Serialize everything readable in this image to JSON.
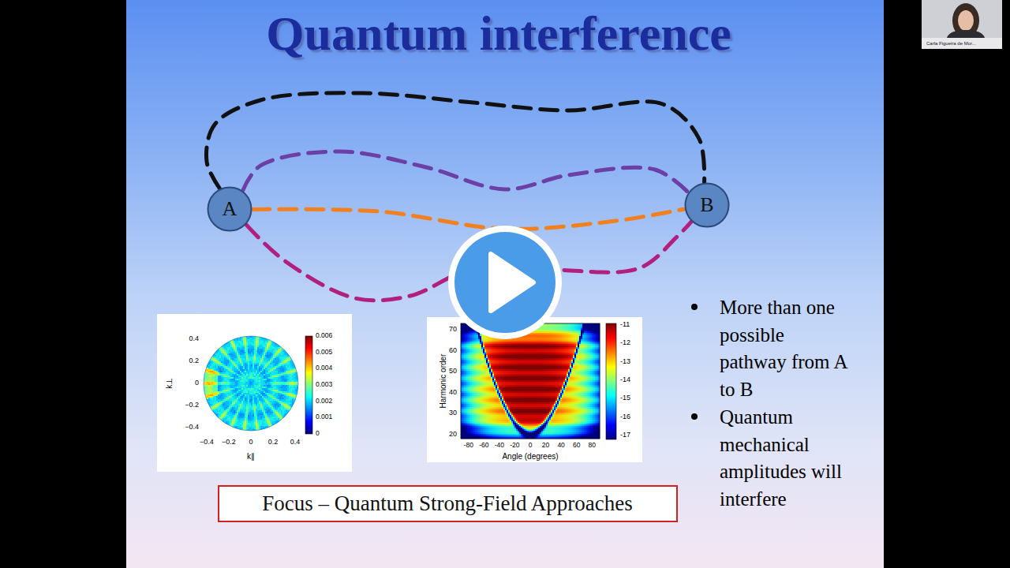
{
  "diagram": {
    "title": "Quantum interference",
    "nodes": [
      {
        "text": [
          "A"
        ]
      },
      {
        "text": [
          "B"
        ]
      },
      {
        "text": [
          "Focus – Quantum Strong-Field Approaches"
        ]
      }
    ],
    "edges": [
      {
        "from": 0,
        "to": 1,
        "arrow": "none"
      },
      {
        "from": 0,
        "to": 1,
        "arrow": "none"
      },
      {
        "from": 0,
        "to": 1,
        "arrow": "none"
      },
      {
        "from": 0,
        "to": 1,
        "arrow": "none"
      }
    ],
    "labels": [
      "More than one possible pathway from A to B",
      "Quantum mechanical amplitudes will interfere",
      "Carla Figueira de Mor...",
      "0.4",
      "0.2",
      "0",
      "−0.2",
      "−0.4",
      "−0.4",
      "−0.2",
      "0",
      "0.2",
      "0.4",
      "k⊥",
      "k∥",
      "0.006",
      "0.005",
      "0.004",
      "0.003",
      "0.002",
      "0.001",
      "0",
      "70",
      "60",
      "50",
      "40",
      "30",
      "20",
      "-80",
      "-60",
      "-40",
      "-20",
      "0",
      "20",
      "40",
      "60",
      "80",
      "Harmonic order",
      "Angle (degrees)",
      "-11",
      "-12",
      "-13",
      "-14",
      "-15",
      "-16",
      "-17"
    ]
  }
}
